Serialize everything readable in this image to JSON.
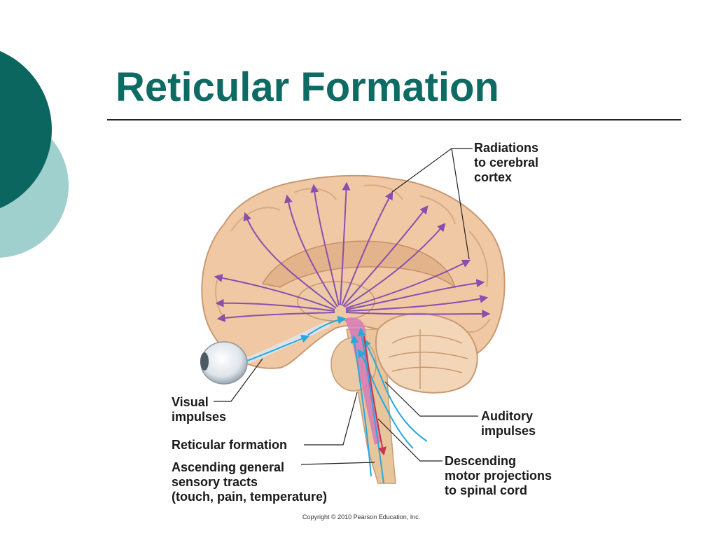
{
  "slide": {
    "title": "Reticular Formation",
    "copyright": "Copyright © 2010 Pearson Education, Inc."
  },
  "labels": {
    "radiations": [
      "Radiations",
      "to cerebral",
      "cortex"
    ],
    "visual": [
      "Visual",
      "impulses"
    ],
    "auditory": [
      "Auditory",
      "impulses"
    ],
    "reticular": [
      "Reticular formation"
    ],
    "ascending": [
      "Ascending general",
      "sensory tracts",
      "(touch, pain, temperature)"
    ],
    "descending": [
      "Descending",
      "motor projections",
      "to spinal cord"
    ]
  },
  "colors": {
    "title": "#0d6b64",
    "deco_dark": "#0c6660",
    "deco_light": "#9fd0cd",
    "brain": "#f0c9a4",
    "radiation_arrows": "#8a4fae",
    "sensory_arrows": "#2aa8dc",
    "reticular_core": "#d77ab7"
  }
}
